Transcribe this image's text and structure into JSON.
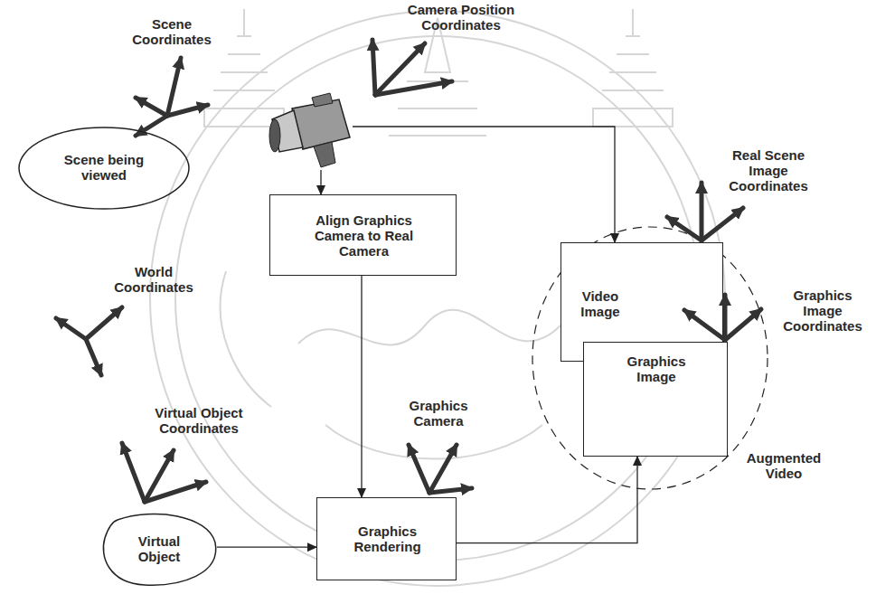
{
  "diagram": {
    "nodes": [
      {
        "text": [
          "Scene being viewed"
        ]
      },
      {
        "text": [
          "Camera Position Coordinates"
        ]
      },
      {
        "text": [
          "Align Graphics Camera to Real Camera"
        ]
      },
      {
        "text": [
          "Augmented Video"
        ]
      },
      {
        "text": [
          "Video Image"
        ],
        "in": 3
      },
      {
        "text": [
          "Graphics Image"
        ],
        "in": 3
      },
      {
        "text": [
          "Virtual Object"
        ]
      },
      {
        "text": [
          "Graphics Rendering"
        ]
      }
    ],
    "edges": [
      {
        "from": 1,
        "to": 2,
        "arrow": "to"
      },
      {
        "from": 1,
        "to": 4,
        "arrow": "to"
      },
      {
        "from": 2,
        "to": 7,
        "arrow": "to"
      },
      {
        "from": 6,
        "to": 7,
        "arrow": "to"
      },
      {
        "from": 7,
        "to": 5,
        "arrow": "to"
      }
    ],
    "labels": [
      "Scene Coordinates",
      "World Coordinates",
      "Real Scene Image Coordinates",
      "Graphics Image Coordinates",
      "Virtual Object Coordinates",
      "Graphics Camera"
    ]
  }
}
